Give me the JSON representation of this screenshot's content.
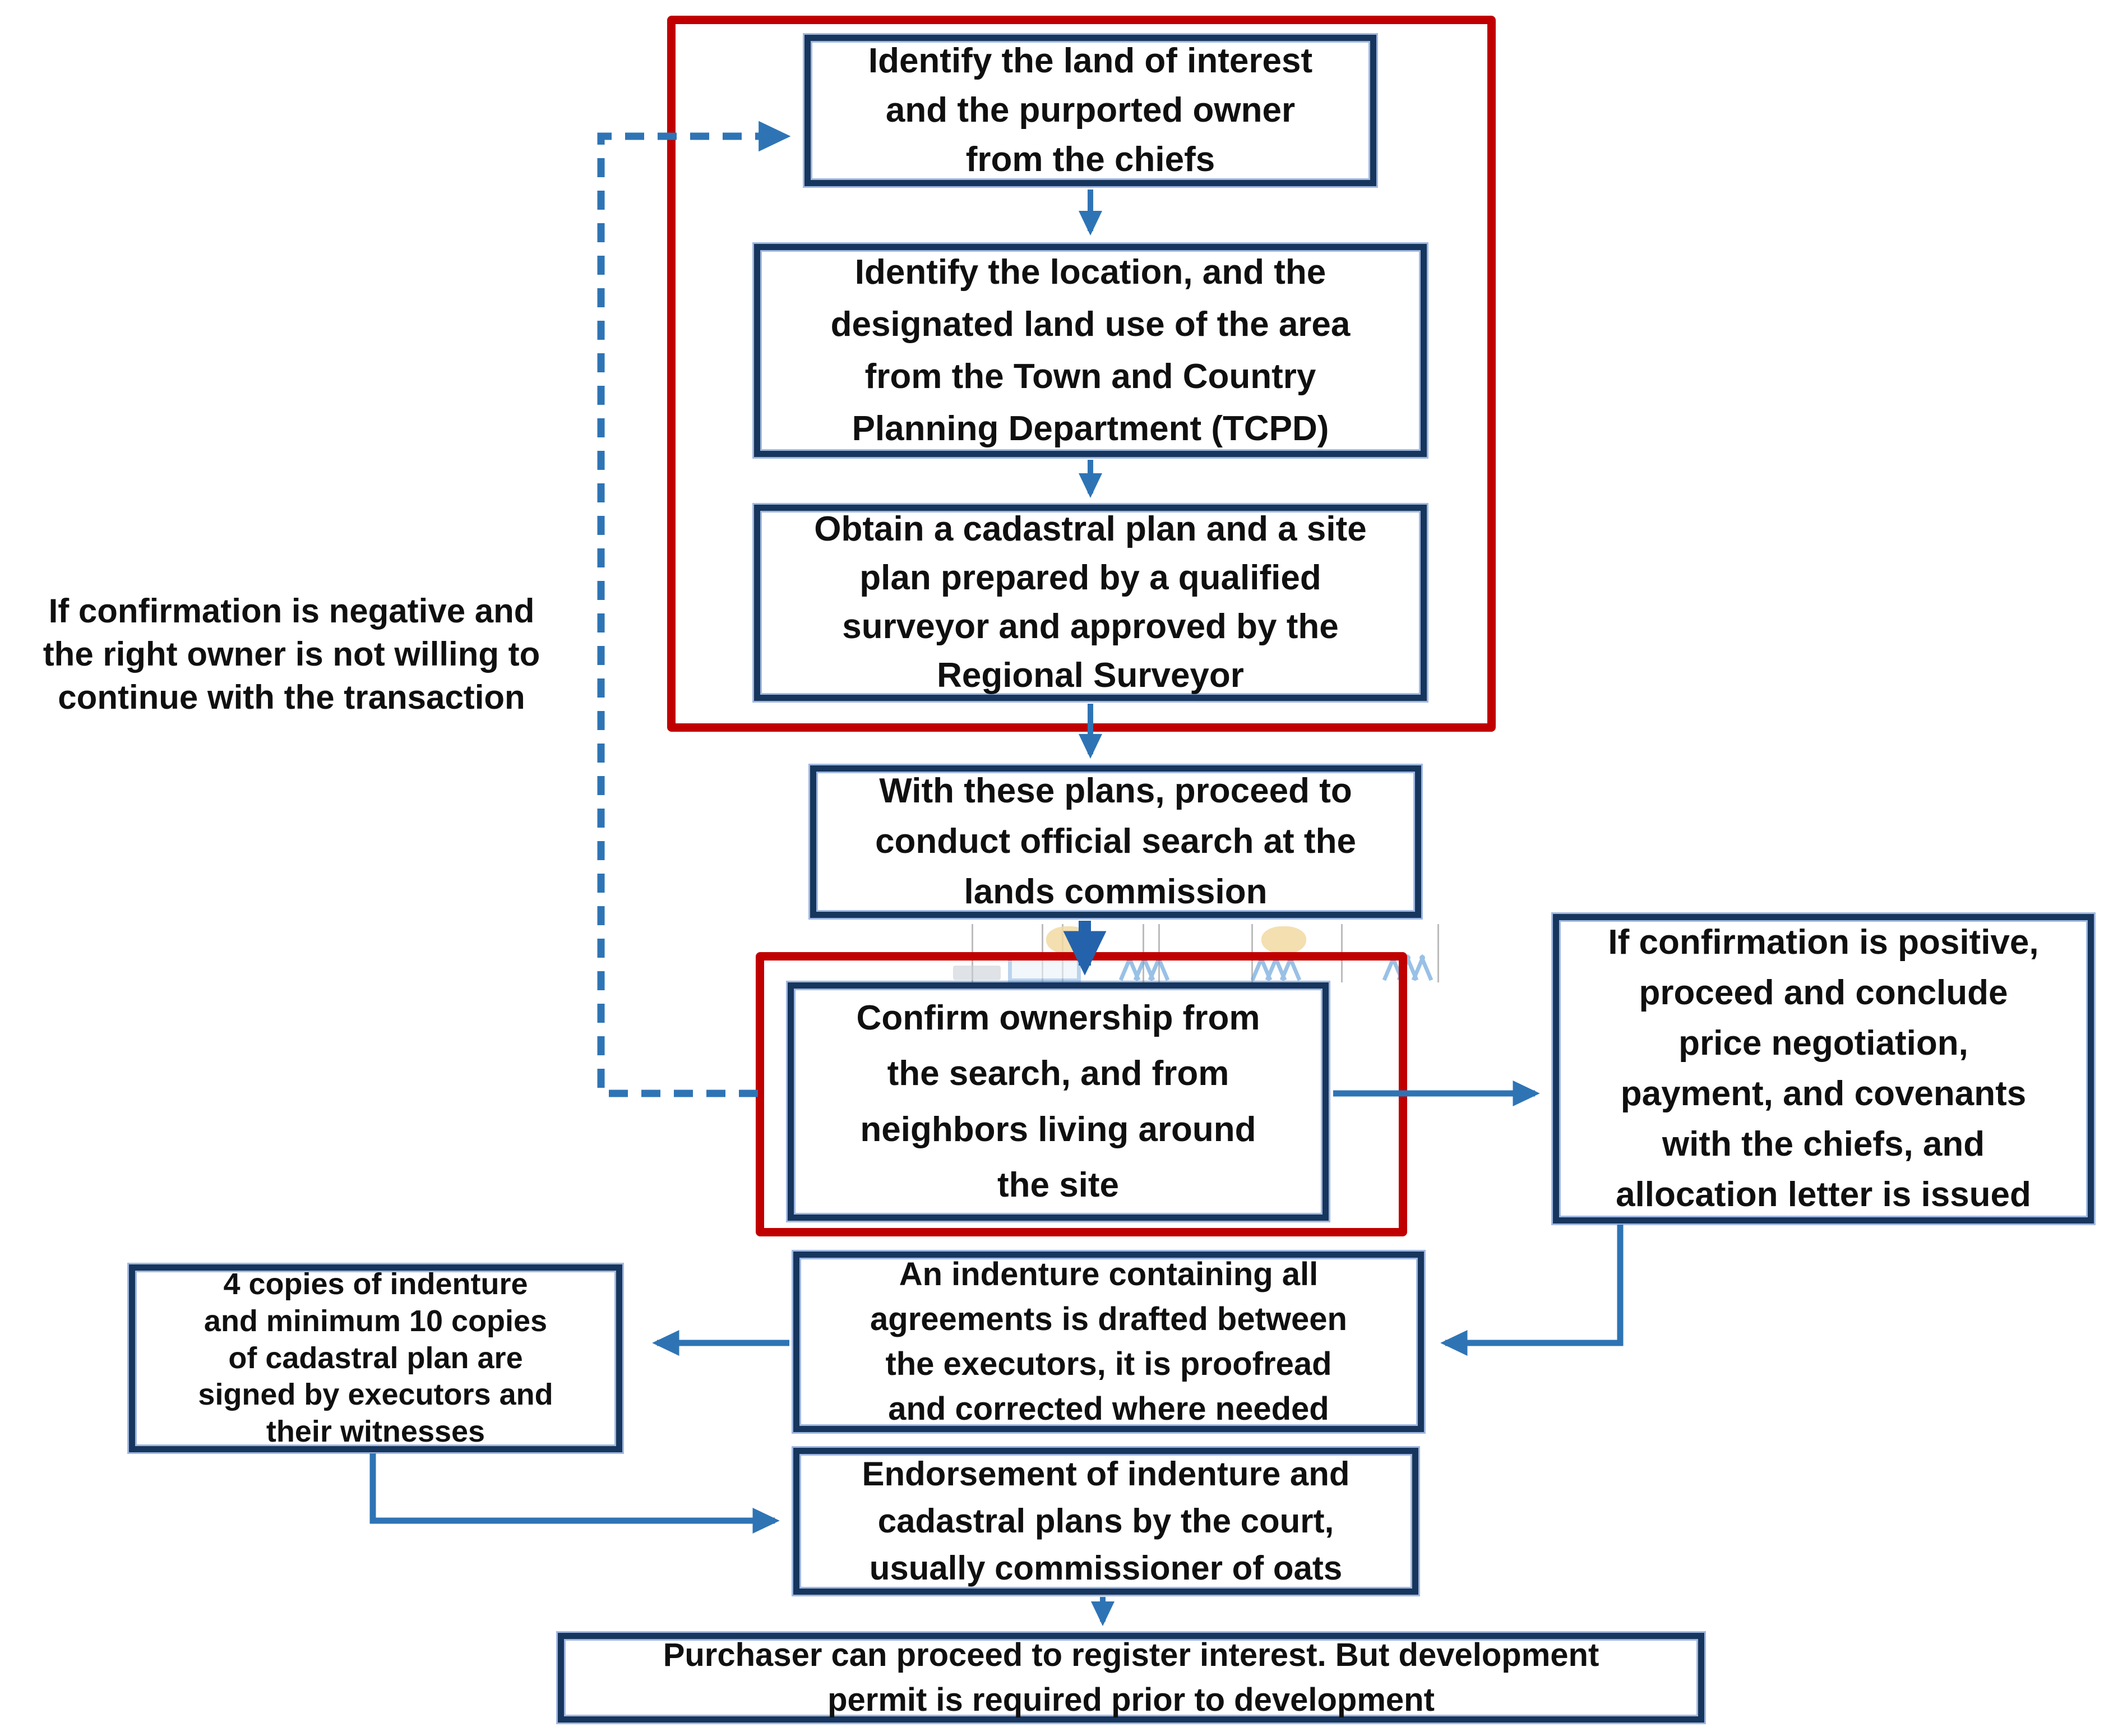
{
  "boxes": {
    "identify_land": {
      "lines": [
        "Identify the land of interest",
        "and the purported owner",
        "from the chiefs"
      ]
    },
    "identify_location": {
      "lines": [
        "Identify the location, and the",
        "designated land use of the area",
        "from the Town and Country",
        "Planning Department (TCPD)"
      ]
    },
    "obtain_plan": {
      "lines": [
        "Obtain a cadastral plan and a site",
        "plan prepared by a qualified",
        "surveyor and approved by the",
        "Regional Surveyor"
      ]
    },
    "official_search": {
      "lines": [
        "With these plans, proceed to",
        "conduct official search at the",
        "lands commission"
      ]
    },
    "confirm_ownership": {
      "lines": [
        "Confirm ownership from",
        "the search, and from",
        "neighbors living around",
        "the site"
      ]
    },
    "confirmation_positive": {
      "lines": [
        "If confirmation is positive,",
        "proceed and conclude",
        "price negotiation,",
        "payment, and covenants",
        "with the chiefs, and",
        "allocation letter is issued"
      ]
    },
    "copies_signed": {
      "lines": [
        "4 copies of indenture",
        "and minimum 10 copies",
        "of cadastral plan are",
        "signed by executors and",
        "their witnesses"
      ]
    },
    "indenture_drafted": {
      "lines": [
        "An indenture containing all",
        "agreements is drafted between",
        "the executors, it is proofread",
        "and corrected where needed"
      ]
    },
    "endorsement": {
      "lines": [
        "Endorsement of indenture and",
        "cadastral plans by the court,",
        "usually commissioner of oats"
      ]
    },
    "register_interest": {
      "lines": [
        "Purchaser can proceed to register interest. But development",
        "permit is required prior to development"
      ]
    }
  },
  "labels": {
    "confirmation_negative": {
      "lines": [
        "If confirmation is negative and",
        "the right owner is not willing to",
        "continue with the transaction"
      ]
    }
  },
  "colors": {
    "box_border_navy": "#17365d",
    "box_border_light": "#4472c4",
    "highlight_red": "#c00000",
    "arrow_blue": "#2e74b5",
    "arrow_dark_blue": "#2463ac",
    "text": "#101010",
    "ghost_gray": "#6b6b6b",
    "ghost_yellow": "#f2d9a2",
    "ghost_blue": "#8fb8e0"
  }
}
